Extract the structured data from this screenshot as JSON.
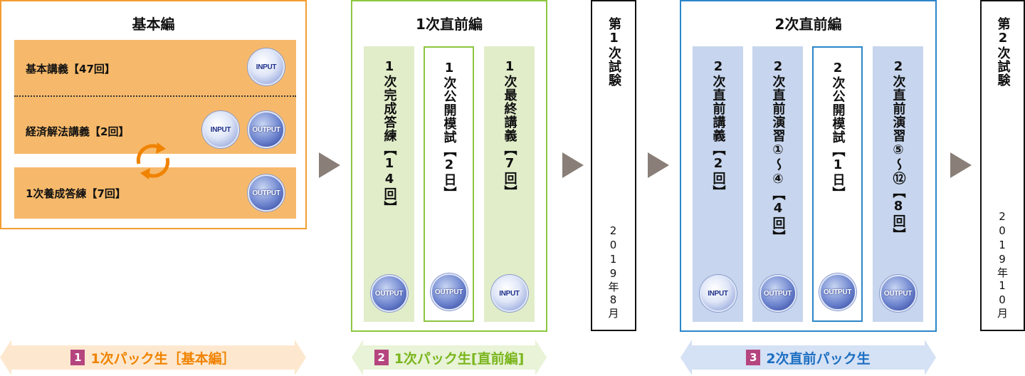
{
  "basic": {
    "title": "基本編",
    "rows": [
      {
        "label": "基本講義【47回】",
        "badges": [
          "INPUT"
        ]
      },
      {
        "label": "経済解法講義【2回】",
        "badges": [
          "INPUT",
          "OUTPUT"
        ]
      },
      {
        "label": "1次養成答練【7回】",
        "badges": [
          "OUTPUT"
        ]
      }
    ]
  },
  "first_pre": {
    "title": "1次直前編",
    "cols": [
      {
        "label": "1次完成答練【14回】",
        "badge": "OUTPUT"
      },
      {
        "label": "1次公開模試【2日】",
        "badge": "OUTPUT"
      },
      {
        "label": "1次最終講義【7回】",
        "badge": "INPUT"
      }
    ]
  },
  "exam1": {
    "title": "第1次試験",
    "date": "2019年8月"
  },
  "second_pre": {
    "title": "2次直前編",
    "cols": [
      {
        "label": "2次直前講義【2回】",
        "badge": "INPUT"
      },
      {
        "label": "2次直前演習①〜④【4回】",
        "badge": "OUTPUT"
      },
      {
        "label": "2次公開模試【1日】",
        "badge": "OUTPUT"
      },
      {
        "label": "2次直前演習⑤〜⑫【8回】",
        "badge": "OUTPUT"
      }
    ]
  },
  "exam2": {
    "title": "第2次試験",
    "date": "2019年10月"
  },
  "packs": [
    {
      "num": "1",
      "label": "1次パック生［基本編］",
      "color": "#f08300",
      "bg": "#fde8cf"
    },
    {
      "num": "2",
      "label": "1次パック生[直前編]",
      "color": "#7ab51d",
      "bg": "#e8f3d7"
    },
    {
      "num": "3",
      "label": "2次直前パック生",
      "color": "#1d6fc2",
      "bg": "#d5e1f4"
    }
  ]
}
